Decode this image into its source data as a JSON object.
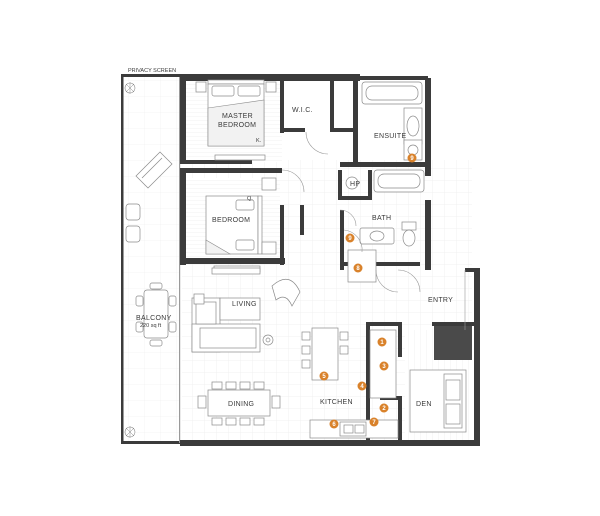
{
  "labels": {
    "privacy_screen": "PRIVACY SCREEN",
    "master_line1": "MASTER",
    "master_line2": "BEDROOM",
    "master_bed_size": "K.",
    "wic": "W.I.C.",
    "ensuite": "ENSUITE",
    "hp": "HP",
    "bedroom": "BEDROOM",
    "bedroom_bed_size": "Q.",
    "bath": "BATH",
    "entry": "ENTRY",
    "living": "LIVING",
    "balcony": "BALCONY",
    "balcony_area": "220 sq ft",
    "dining": "DINING",
    "kitchen": "KITCHEN",
    "den": "DEN"
  },
  "markers": [
    {
      "id": "m1",
      "num": "1"
    },
    {
      "id": "m2",
      "num": "2"
    },
    {
      "id": "m3",
      "num": "3"
    },
    {
      "id": "m4",
      "num": "4"
    },
    {
      "id": "m5",
      "num": "5"
    },
    {
      "id": "m6",
      "num": "6"
    },
    {
      "id": "m7",
      "num": "7"
    },
    {
      "id": "m8",
      "num": "8"
    },
    {
      "id": "m9a",
      "num": "9"
    },
    {
      "id": "m9b",
      "num": "9"
    }
  ],
  "colors": {
    "wall": "#3b3b3b",
    "marker": "#d9822b"
  }
}
